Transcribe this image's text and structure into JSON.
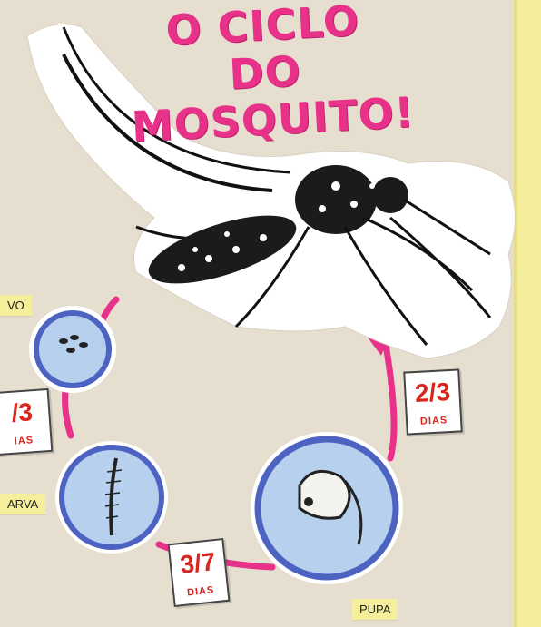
{
  "title": {
    "line1": "O CICLO DO",
    "line2": "MOSQUITO!"
  },
  "stages": {
    "ovo": "VO",
    "larva": "ARVA",
    "pupa": "PUPA"
  },
  "durations": {
    "ovo_to_larva": {
      "fraction": "/3",
      "unit": "IAS"
    },
    "larva_to_pupa": {
      "fraction": "3/7",
      "unit": "DIAS"
    },
    "pupa_to_adult": {
      "fraction": "2/3",
      "unit": "DIAS"
    }
  },
  "colors": {
    "title": "#e8328a",
    "arrow": "#e8328a",
    "days_text": "#d8261f",
    "water": "#a9c8ea",
    "ring": "#4c63c2",
    "background": "#e6dfcf",
    "tag": "#f5ef9c"
  }
}
